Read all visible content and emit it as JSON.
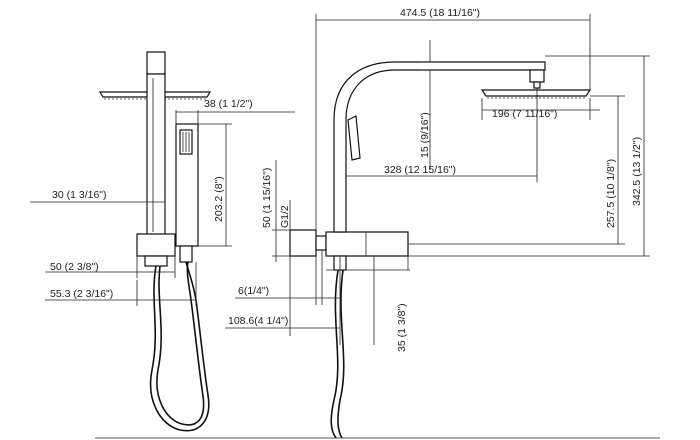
{
  "dimensions": {
    "overall_width": "474.5 (18 11/16\")",
    "rail_gap": "15 (9/16\")",
    "head_width": "196 (7 11/16\")",
    "reach": "328 (12 15/16\")",
    "height_to_head": "257.5 (10 1/8\")",
    "total_height": "342.5 (13 1/2\")",
    "outlet_height": "35 (1 3/8\")",
    "hand_width": "38 (1 1/2\")",
    "hand_length": "203.2 (8\")",
    "arm_width": "30 (1 3/16\")",
    "holder_width": "50 (2 3/8\")",
    "holder_offset": "55.3 (2 3/16\")",
    "valve_height": "50 (1 15/16\")",
    "thread": "G1/2",
    "wall_gap": "6(1/4\")",
    "valve_depth": "108.6(4 1/4\")"
  }
}
